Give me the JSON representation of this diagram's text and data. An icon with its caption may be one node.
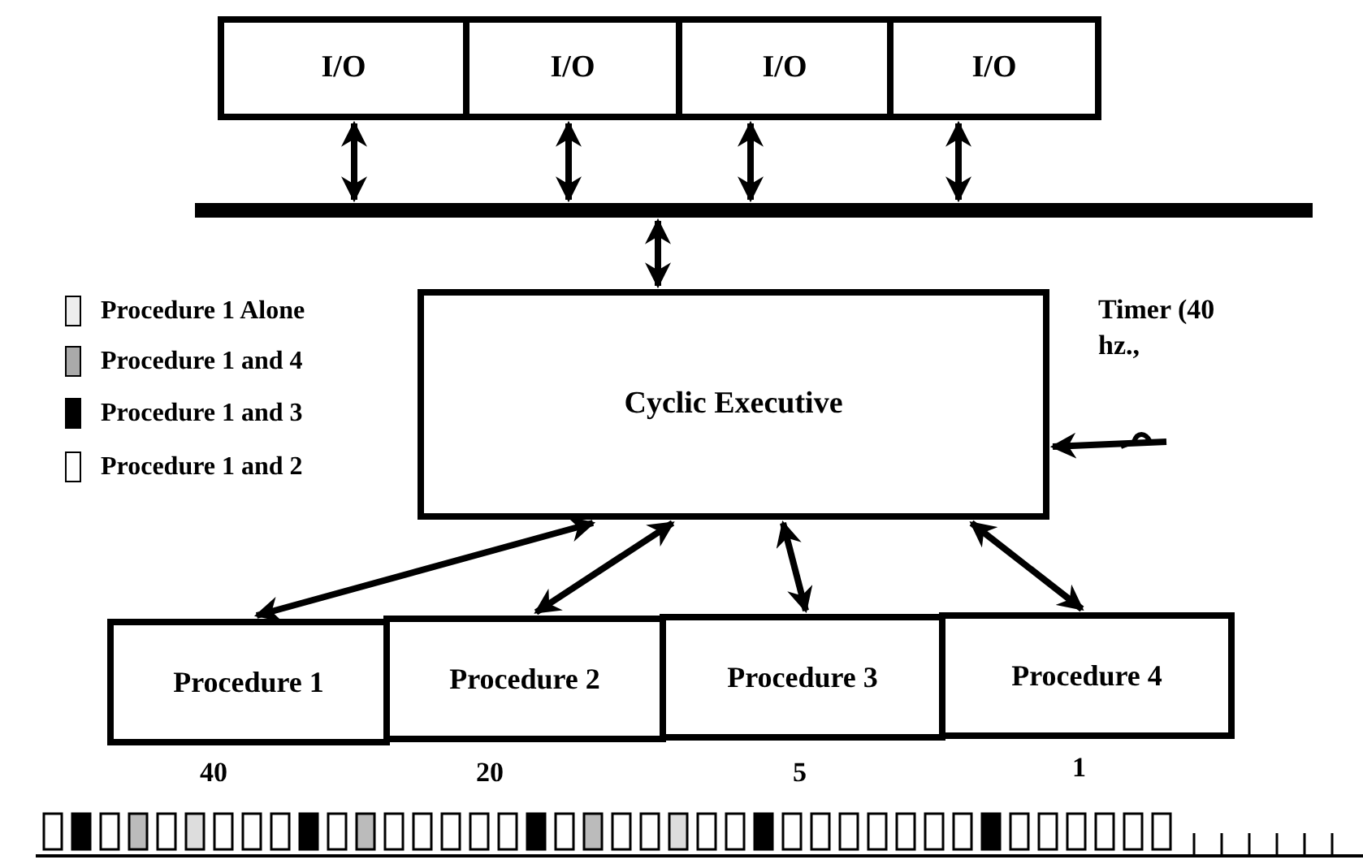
{
  "diagram": {
    "nodes": [
      {
        "text": [
          "I/O"
        ]
      },
      {
        "text": [
          "I/O"
        ]
      },
      {
        "text": [
          "I/O"
        ]
      },
      {
        "text": [
          "I/O"
        ]
      },
      {
        "text": [],
        "shape": "bar"
      },
      {
        "text": [
          "Cyclic Executive"
        ]
      },
      {
        "text": [
          "Procedure 1"
        ],
        "beside": [
          "40"
        ]
      },
      {
        "text": [
          "Procedure 2"
        ],
        "beside": [
          "20"
        ]
      },
      {
        "text": [
          "Procedure 3"
        ],
        "beside": [
          "5"
        ]
      },
      {
        "text": [
          "Procedure 4"
        ],
        "beside": [
          "1"
        ]
      }
    ],
    "edges": [
      {
        "from": 0,
        "to": 4,
        "arrow": "both"
      },
      {
        "from": 1,
        "to": 4,
        "arrow": "both"
      },
      {
        "from": 2,
        "to": 4,
        "arrow": "both"
      },
      {
        "from": 3,
        "to": 4,
        "arrow": "both"
      },
      {
        "from": 4,
        "to": 5,
        "arrow": "both"
      },
      {
        "from": 5,
        "to": 6,
        "arrow": "both"
      },
      {
        "from": 5,
        "to": 7,
        "arrow": "both"
      },
      {
        "from": 5,
        "to": 8,
        "arrow": "both"
      },
      {
        "from": 5,
        "to": 9,
        "arrow": "both"
      },
      {
        "from": null,
        "to": 5,
        "arrow": "to"
      }
    ],
    "labels": [
      "Timer (40 hz.,"
    ],
    "legend": [
      {
        "text": "Procedure 1 Alone",
        "color": "#eeeeee"
      },
      {
        "text": "Procedure 1 and 4",
        "color": "#aaaaaa"
      },
      {
        "text": "Procedure 1 and 3",
        "color": "#000000"
      },
      {
        "text": "Procedure 1 and 2",
        "color": "#ffffff"
      }
    ]
  }
}
